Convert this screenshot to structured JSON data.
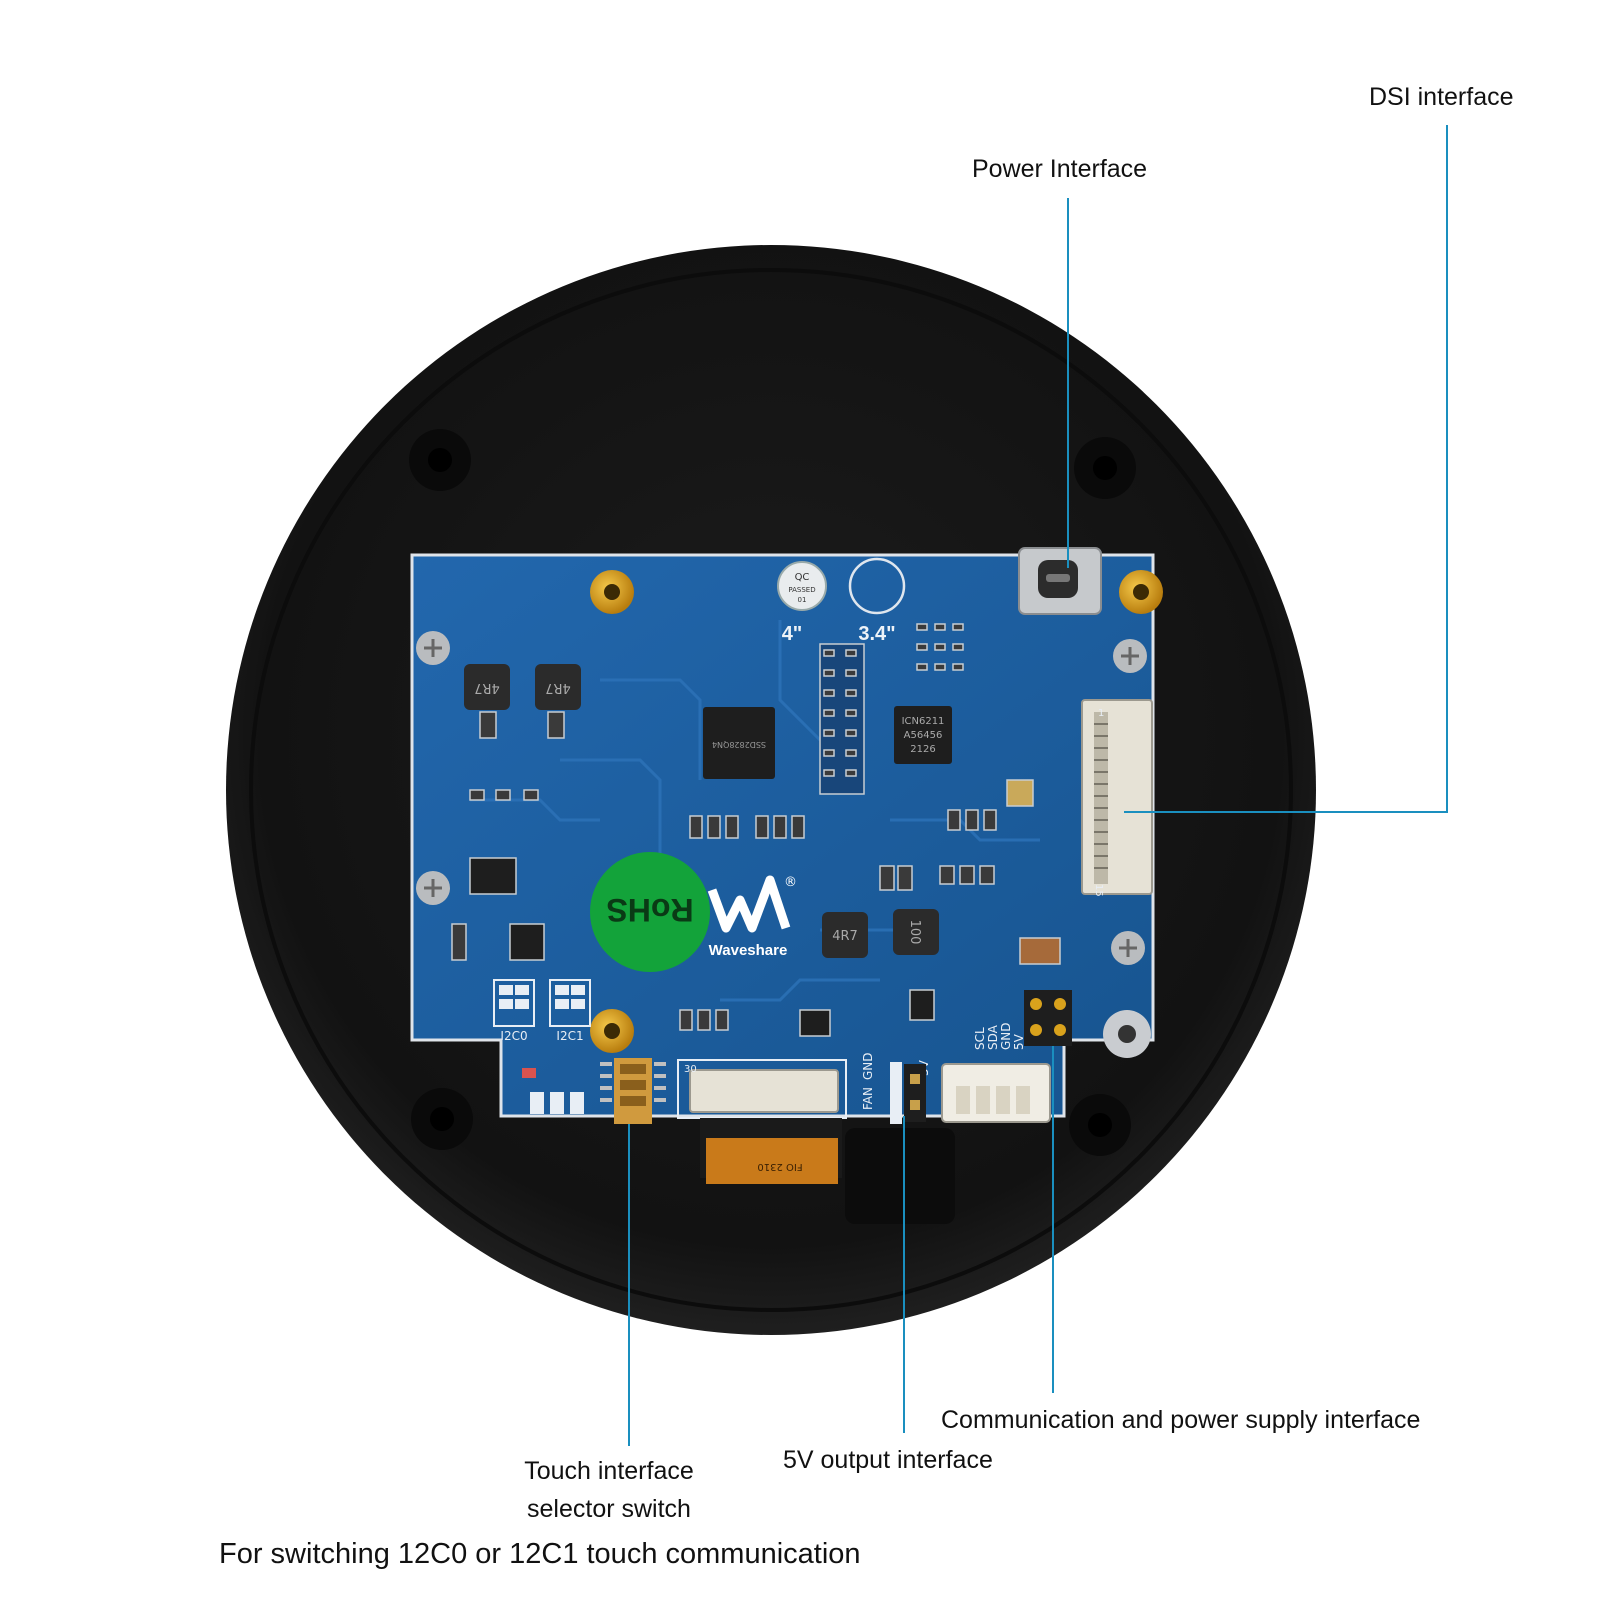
{
  "callouts": {
    "dsi": "DSI interface",
    "power": "Power Interface",
    "comm_power": "Communication and power supply interface",
    "output_5v": "5V output interface",
    "touch_line1": "Touch interface",
    "touch_line2": "selector switch"
  },
  "caption": "For switching 12C0 or 12C1 touch communication",
  "board": {
    "size_label_4": "4\"",
    "size_label_34": "3.4\"",
    "brand": "Waveshare",
    "rohs": "RoHS",
    "qc_line1": "QC",
    "qc_line2": "PASSED",
    "qc_line3": "01",
    "inductor_1": "4R7",
    "inductor_2": "4R7",
    "inductor_3": "4R7",
    "inductor_4": "100",
    "chip_main": "SSD2828QN4",
    "chip_icn_1": "ICN6211",
    "chip_icn_2": "A56456",
    "chip_icn_3": "2126",
    "i2c0": "I2C0",
    "i2c1": "I2C1",
    "pin_labels": [
      "SCL",
      "SDA",
      "GND",
      "5V"
    ],
    "fan_labels": [
      "FAN",
      "GND",
      "5V"
    ],
    "fpc_number": "30",
    "dsi_pin_1": "1",
    "dsi_pin_15": "15",
    "ribbon_text": "FIO 2310"
  },
  "colors": {
    "pcb": "#1c5fa3",
    "enclosure": "#141414",
    "leader": "#1a8fbf",
    "rohs": "#13a33a",
    "gold": "#d9a21c"
  }
}
